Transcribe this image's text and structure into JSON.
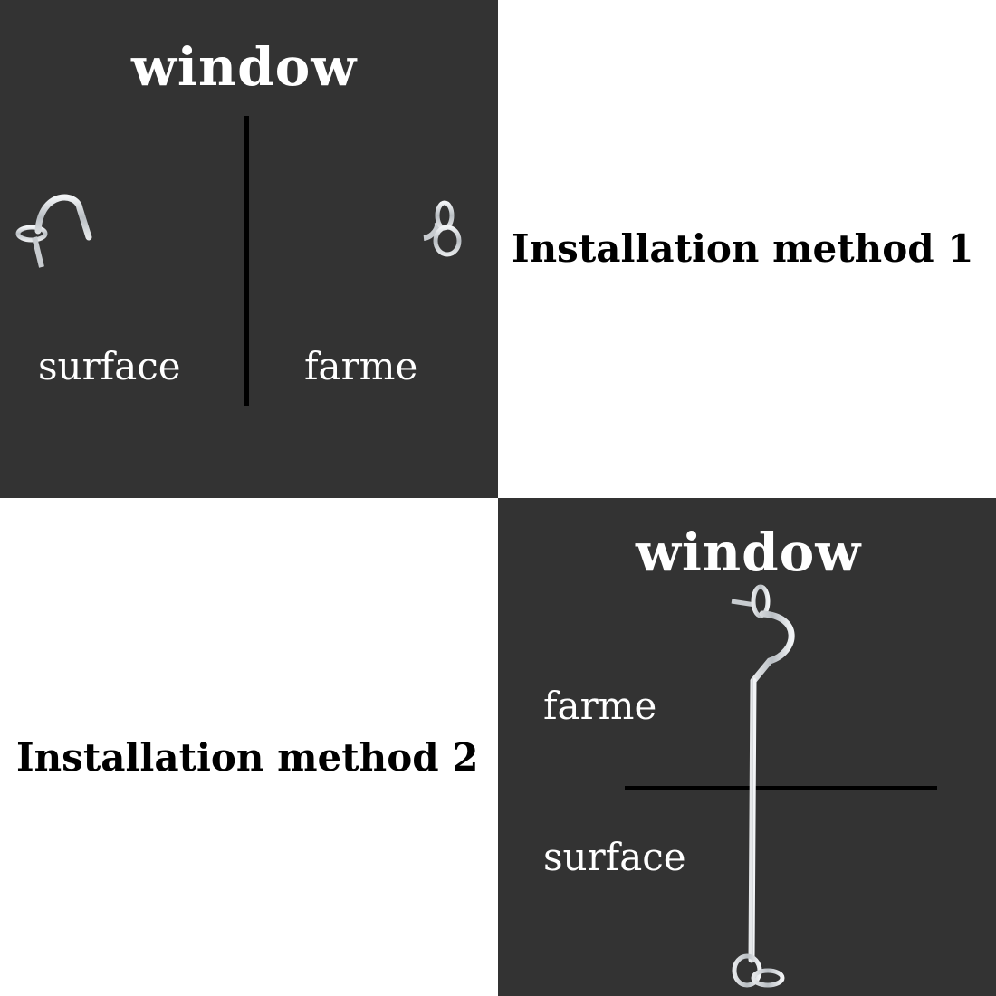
{
  "method1": {
    "title": "Installation method 1",
    "window_label": "window",
    "left_label": "surface",
    "right_label": "farme"
  },
  "method2": {
    "title": "Installation method 2",
    "window_label": "window",
    "upper_label": "farme",
    "lower_label": "surface"
  },
  "colors": {
    "dark_panel": "#333333",
    "light_panel": "#ffffff",
    "metal": "#c8ccd0",
    "divider": "#000000"
  }
}
